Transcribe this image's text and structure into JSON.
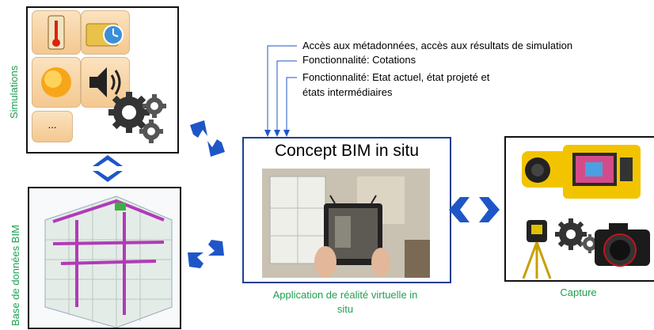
{
  "simulations": {
    "label": "Simulations",
    "ellipsis": "..."
  },
  "database": {
    "label": "Base de données BIM"
  },
  "center": {
    "title": "Concept BIM in situ",
    "caption_line1": "Application de réalité virtuelle in",
    "caption_line2": "situ"
  },
  "capture": {
    "label": "Capture"
  },
  "annotations": {
    "line1": "Accès aux métadonnées, accès aux résultats de simulation",
    "line2": "Fonctionnalité: Cotations",
    "line3": "Fonctionnalité: Etat actuel, état projeté et",
    "line4": "états intermédiaires"
  },
  "colors": {
    "frame_blue": "#1f3f8f",
    "arrow_blue": "#1e56c8",
    "label_green": "#1fa050"
  },
  "icons": [
    "thermometer-icon",
    "calendar-clock-icon",
    "sun-icon",
    "speaker-icon",
    "gears-icon",
    "thermal-camera-icon",
    "laser-scanner-icon",
    "photo-camera-icon",
    "tablet-photo",
    "building-model-photo"
  ]
}
